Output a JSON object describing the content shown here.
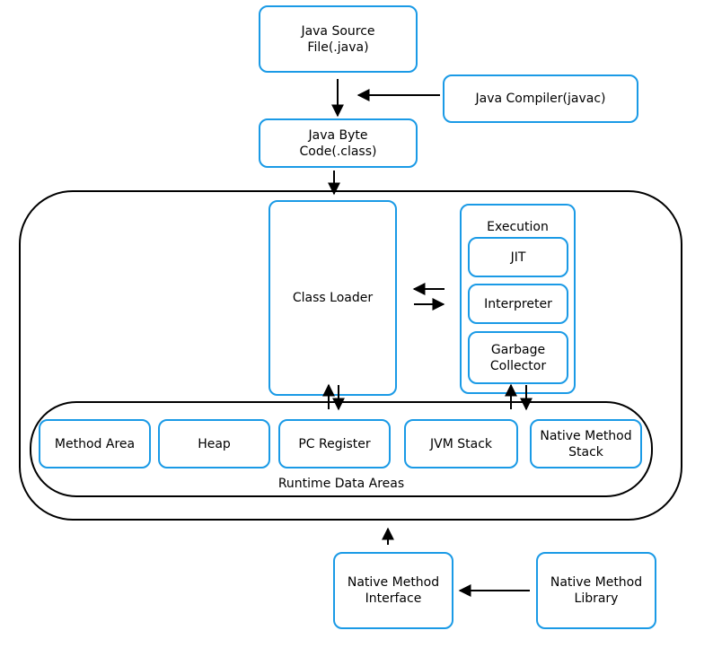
{
  "diagram": {
    "colors": {
      "component_border": "#1a9ae6",
      "container_border": "#000000",
      "arrow": "#000000",
      "text": "#000000"
    },
    "nodes": {
      "source_file": "Java Source\nFile(.java)",
      "compiler": "Java Compiler(javac)",
      "byte_code": "Java Byte\nCode(.class)",
      "class_loader": "Class Loader",
      "execution": "Execution",
      "jit": "JIT",
      "interpreter": "Interpreter",
      "garbage_collector": "Garbage\nCollector",
      "method_area": "Method Area",
      "heap": "Heap",
      "pc_register": "PC Register",
      "jvm_stack": "JVM Stack",
      "native_method_stack": "Native Method\nStack",
      "runtime_data_areas": "Runtime Data Areas",
      "native_method_interface": "Native Method\nInterface",
      "native_method_library": "Native Method\nLibrary"
    }
  }
}
